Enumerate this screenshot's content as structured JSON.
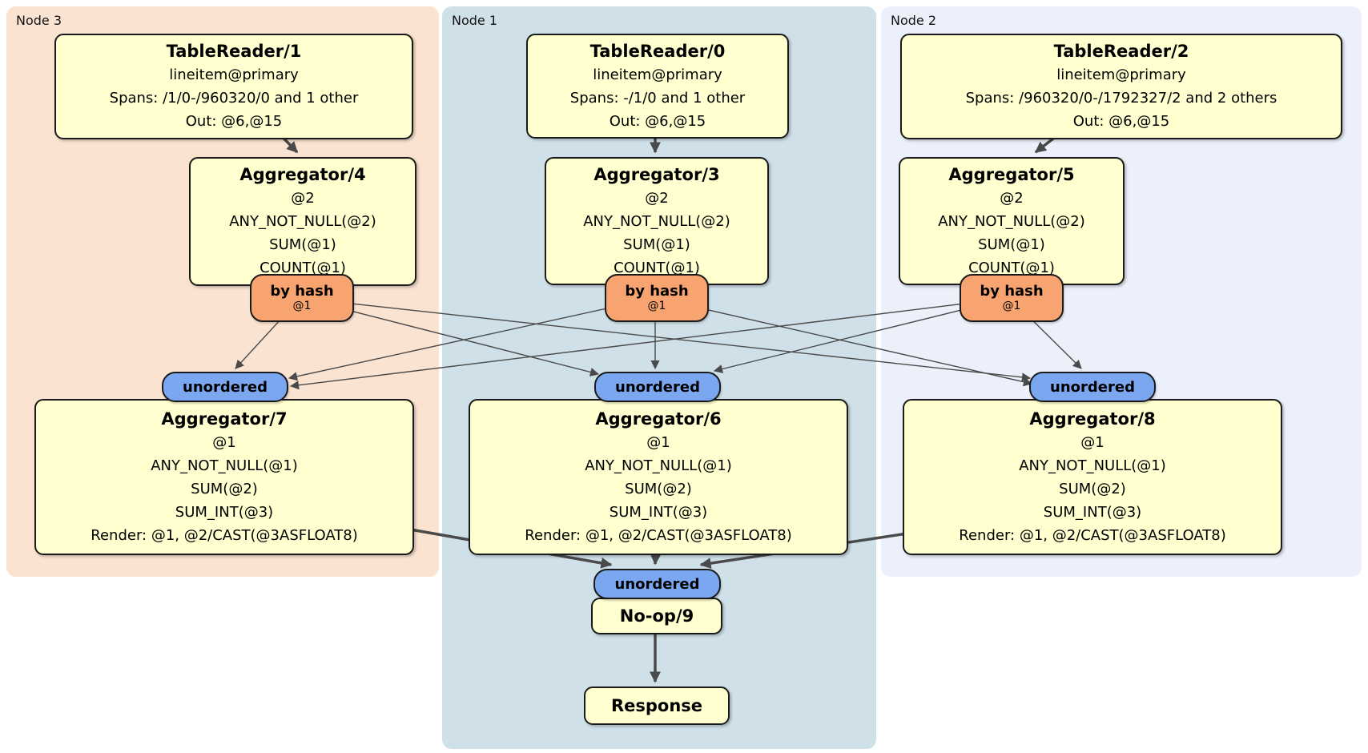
{
  "diagram_type": "distributed-sql-plan",
  "regions": {
    "node3": {
      "label": "Node 3"
    },
    "node1": {
      "label": "Node 1"
    },
    "node2": {
      "label": "Node 2"
    }
  },
  "processors": {
    "tr1": {
      "title": "TableReader/1",
      "lines": [
        "lineitem@primary",
        "Spans: /1/0-/960320/0 and 1 other",
        "Out: @6,@15"
      ]
    },
    "tr0": {
      "title": "TableReader/0",
      "lines": [
        "lineitem@primary",
        "Spans: -/1/0 and 1 other",
        "Out: @6,@15"
      ]
    },
    "tr2": {
      "title": "TableReader/2",
      "lines": [
        "lineitem@primary",
        "Spans: /960320/0-/1792327/2 and 2 others",
        "Out: @6,@15"
      ]
    },
    "agg4": {
      "title": "Aggregator/4",
      "lines": [
        "@2",
        "ANY_NOT_NULL(@2)",
        "SUM(@1)",
        "COUNT(@1)"
      ]
    },
    "agg3": {
      "title": "Aggregator/3",
      "lines": [
        "@2",
        "ANY_NOT_NULL(@2)",
        "SUM(@1)",
        "COUNT(@1)"
      ]
    },
    "agg5": {
      "title": "Aggregator/5",
      "lines": [
        "@2",
        "ANY_NOT_NULL(@2)",
        "SUM(@1)",
        "COUNT(@1)"
      ]
    },
    "agg7": {
      "title": "Aggregator/7",
      "lines": [
        "@1",
        "ANY_NOT_NULL(@1)",
        "SUM(@2)",
        "SUM_INT(@3)",
        "Render: @1, @2/CAST(@3ASFLOAT8)"
      ]
    },
    "agg6": {
      "title": "Aggregator/6",
      "lines": [
        "@1",
        "ANY_NOT_NULL(@1)",
        "SUM(@2)",
        "SUM_INT(@3)",
        "Render: @1, @2/CAST(@3ASFLOAT8)"
      ]
    },
    "agg8": {
      "title": "Aggregator/8",
      "lines": [
        "@1",
        "ANY_NOT_NULL(@1)",
        "SUM(@2)",
        "SUM_INT(@3)",
        "Render: @1, @2/CAST(@3ASFLOAT8)"
      ]
    },
    "noop": {
      "title": "No-op/9"
    },
    "response": {
      "title": "Response"
    }
  },
  "router": {
    "label": "by hash",
    "sub": "@1"
  },
  "sync": {
    "label": "unordered"
  },
  "colors": {
    "node3_bg": "#fbe3d2",
    "node1_bg": "#cfe0e8",
    "node2_bg": "#ebf0fa",
    "processor_bg": "#ffffcf",
    "router_bg": "#f8a470",
    "sync_bg": "#7aa7f0",
    "edge": "#4a4a4a"
  }
}
